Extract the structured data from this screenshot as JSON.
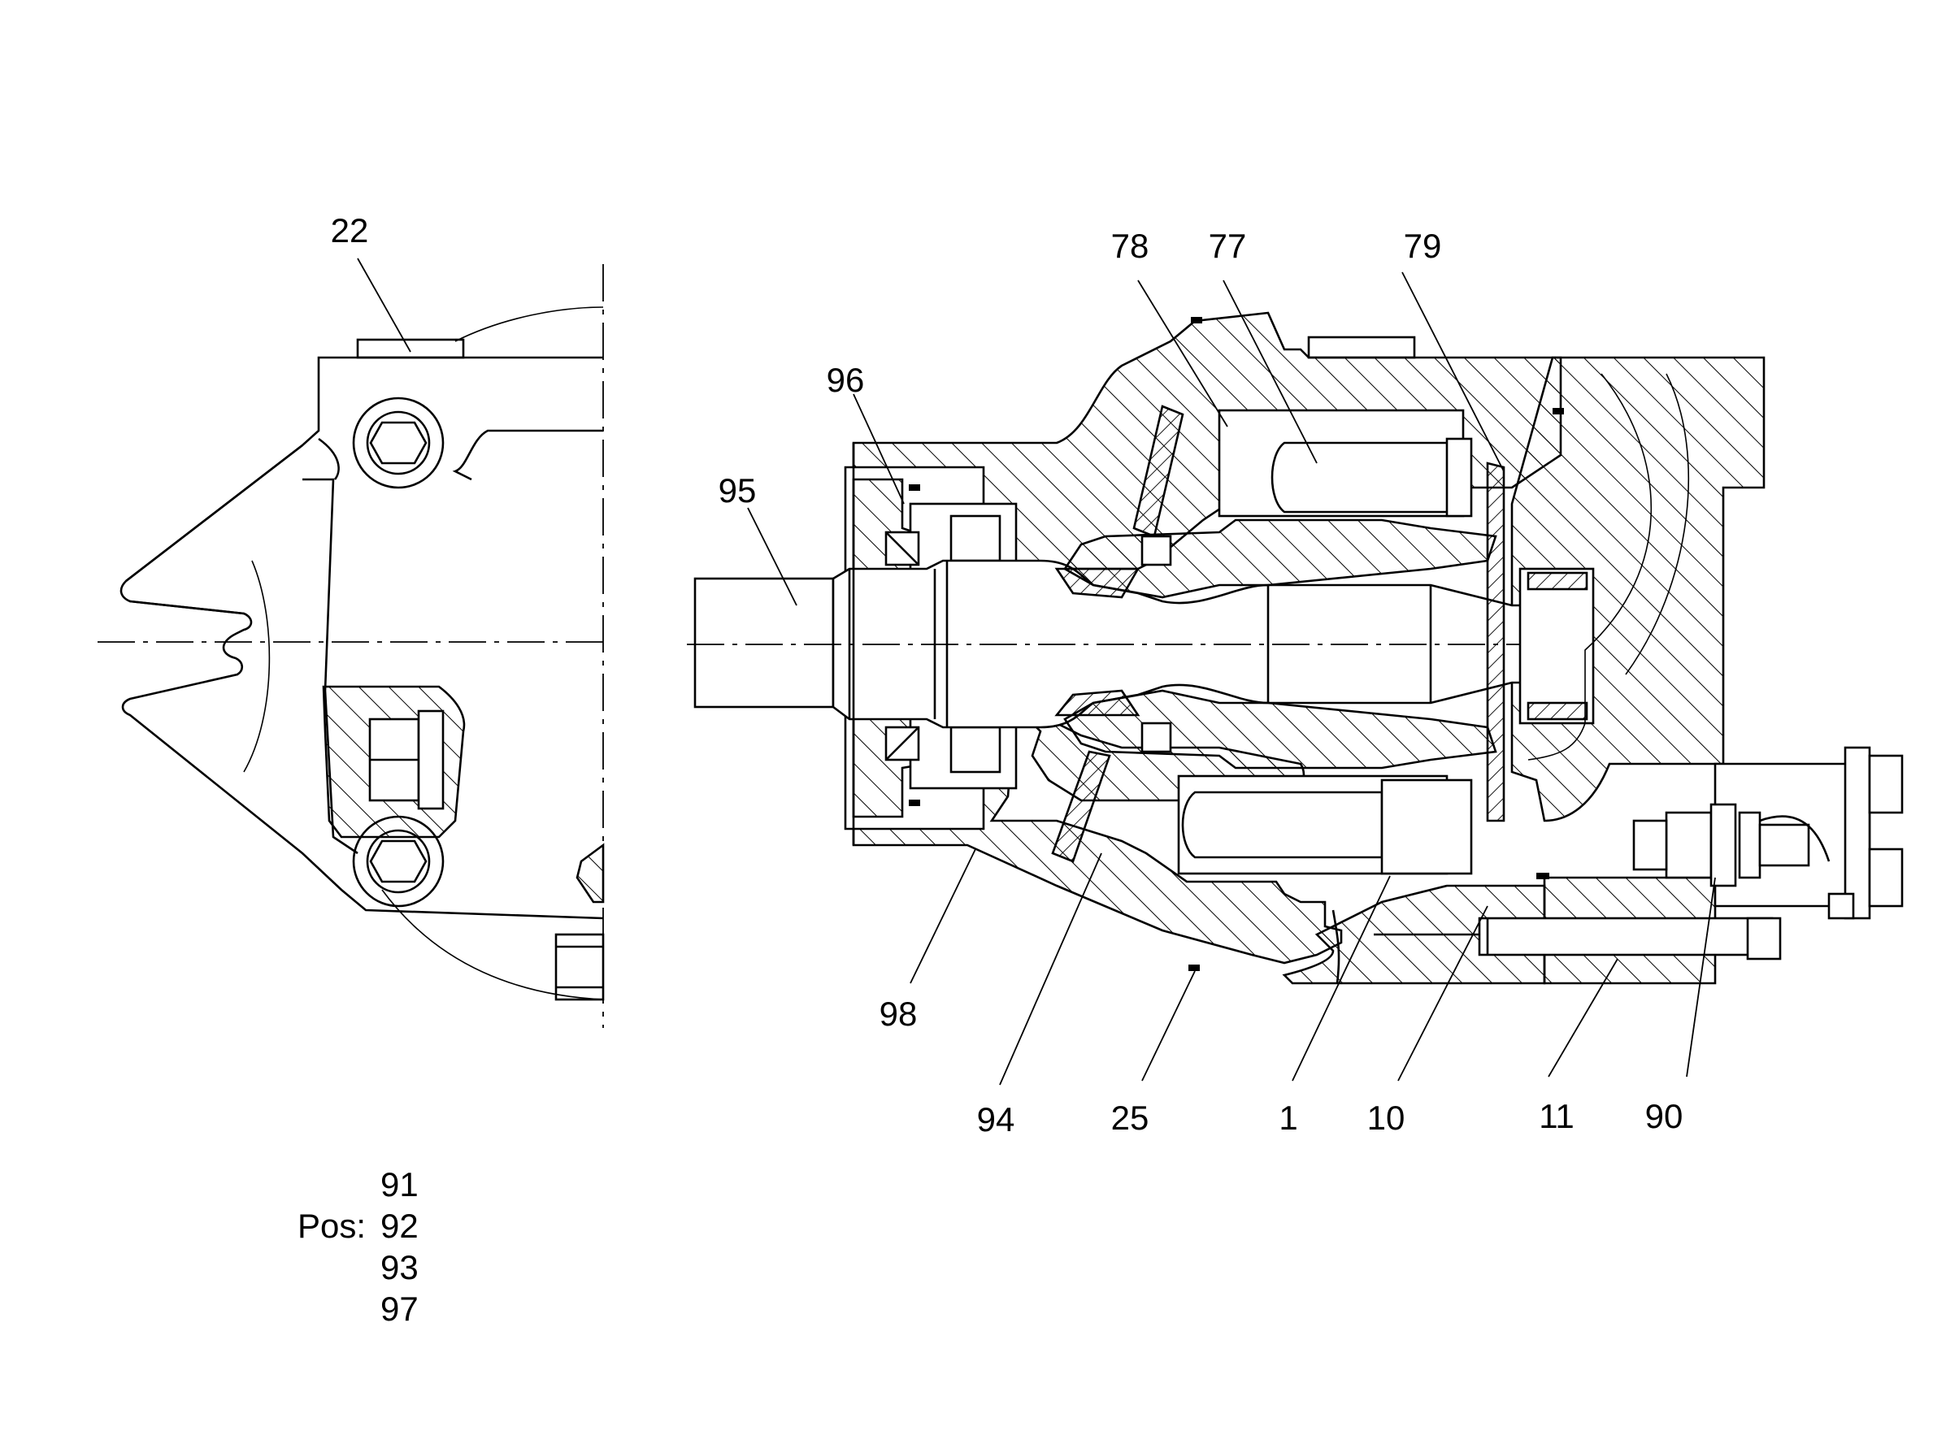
{
  "callouts": [
    {
      "id": "22",
      "text": "22"
    },
    {
      "id": "78",
      "text": "78"
    },
    {
      "id": "77",
      "text": "77"
    },
    {
      "id": "79",
      "text": "79"
    },
    {
      "id": "96",
      "text": "96"
    },
    {
      "id": "95",
      "text": "95"
    },
    {
      "id": "98",
      "text": "98"
    },
    {
      "id": "94",
      "text": "94"
    },
    {
      "id": "25",
      "text": "25"
    },
    {
      "id": "1",
      "text": "1"
    },
    {
      "id": "10",
      "text": "10"
    },
    {
      "id": "11",
      "text": "11"
    },
    {
      "id": "90",
      "text": "90"
    }
  ],
  "pos_list": {
    "label": "Pos:",
    "items": [
      "91",
      "92",
      "93",
      "97"
    ]
  },
  "colors": {
    "line": "#000000",
    "background": "#ffffff"
  }
}
